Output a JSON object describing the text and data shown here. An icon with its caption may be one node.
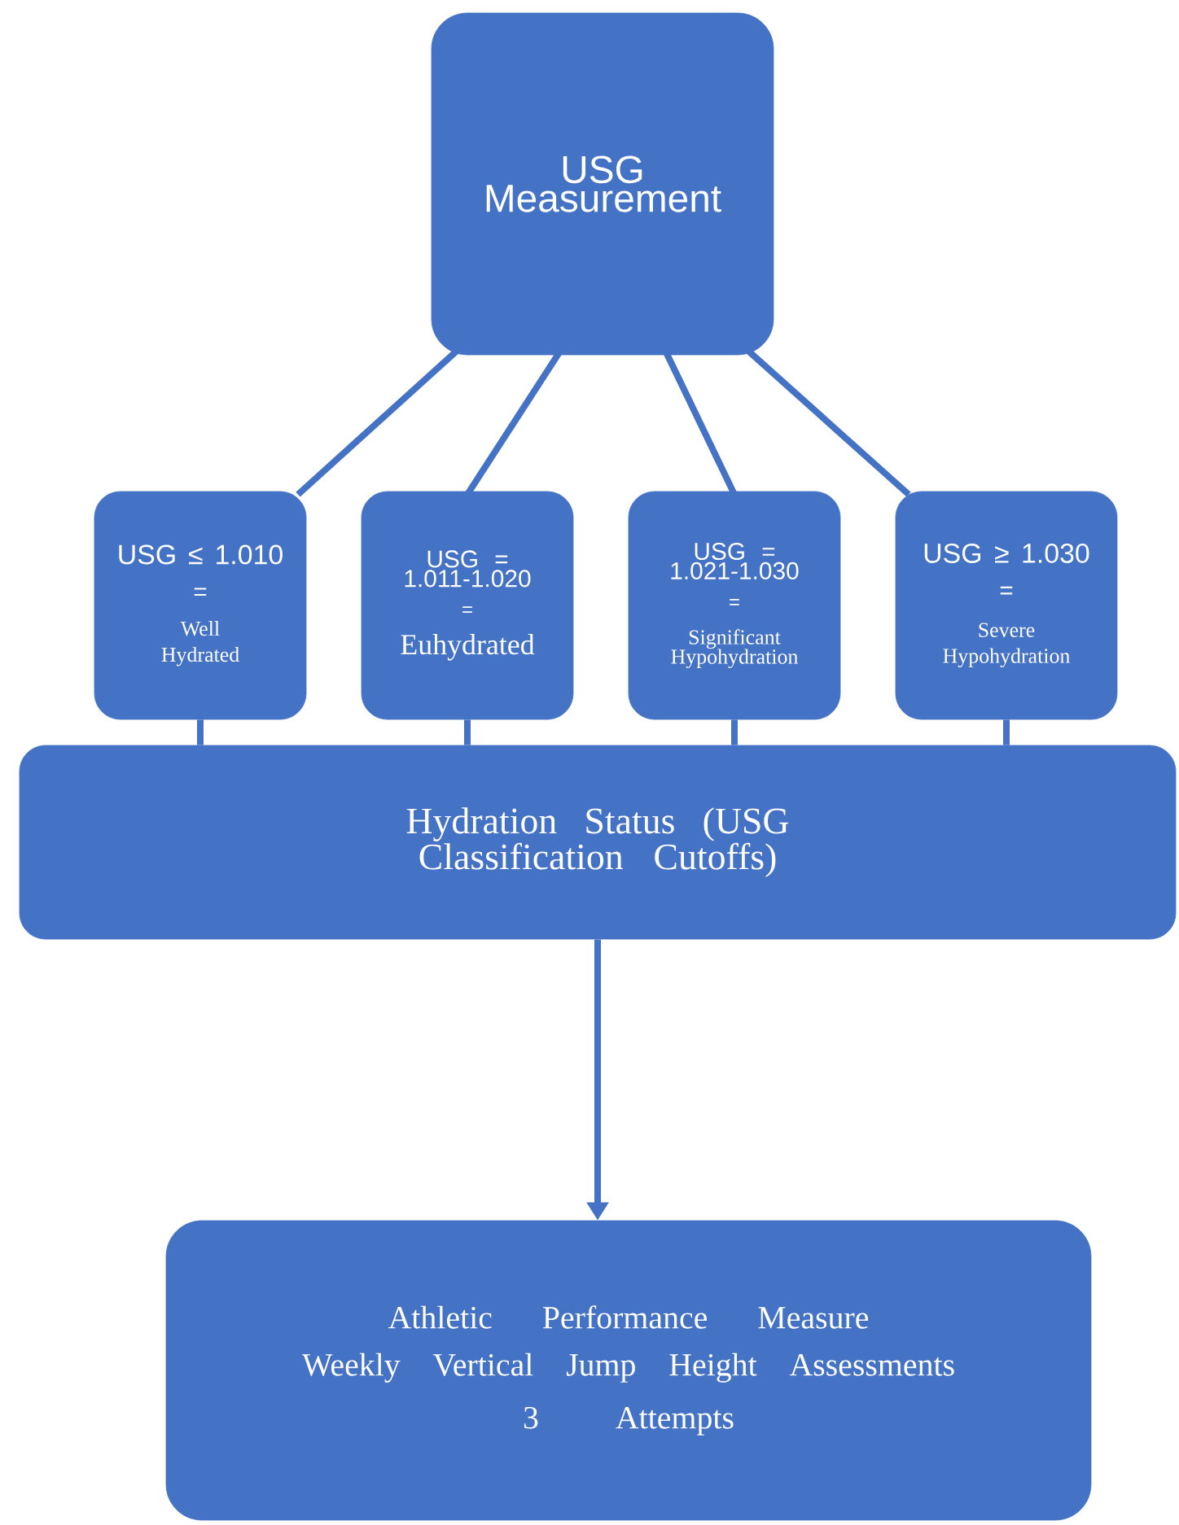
{
  "diagram": {
    "nodes": [
      {
        "text": [
          "USG Measurement"
        ]
      },
      {
        "text": [
          "USG ≤ 1.010",
          "=",
          "Well Hydrated"
        ]
      },
      {
        "text": [
          "USG = 1.011-1.020",
          "=",
          "Euhydrated"
        ]
      },
      {
        "text": [
          "USG = 1.021-1.030",
          "=",
          "Significant Hypohydration"
        ]
      },
      {
        "text": [
          "USG ≥ 1.030",
          "=",
          "Severe Hypohydration"
        ]
      },
      {
        "text": [
          "Hydration Status (USG Classification Cutoffs)"
        ]
      },
      {
        "text": [
          "Athletic Performance Measure",
          "Weekly Vertical Jump Height Assessments",
          "3 Attempts"
        ]
      }
    ],
    "edges": [
      {
        "from": 0,
        "to": 1,
        "arrow": "none"
      },
      {
        "from": 0,
        "to": 2,
        "arrow": "none"
      },
      {
        "from": 0,
        "to": 3,
        "arrow": "none"
      },
      {
        "from": 0,
        "to": 4,
        "arrow": "none"
      },
      {
        "from": 1,
        "to": 5,
        "arrow": "none"
      },
      {
        "from": 2,
        "to": 5,
        "arrow": "none"
      },
      {
        "from": 3,
        "to": 5,
        "arrow": "none"
      },
      {
        "from": 4,
        "to": 5,
        "arrow": "none"
      },
      {
        "from": 5,
        "to": 6,
        "arrow": "to"
      }
    ]
  }
}
